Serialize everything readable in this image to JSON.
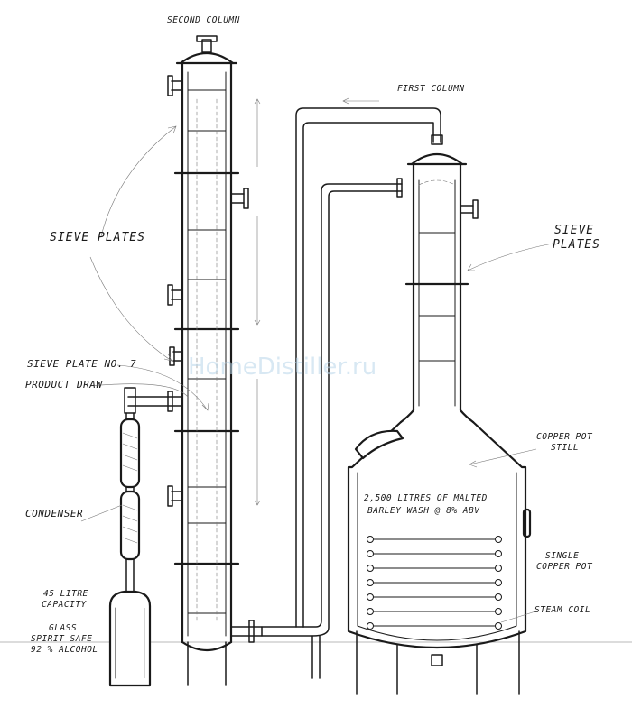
{
  "labels": {
    "second_column": "Second Column",
    "first_column": "First Column",
    "sieve_plates_left": "Sieve Plates",
    "sieve_plates_right_1": "Sieve",
    "sieve_plates_right_2": "Plates",
    "sieve_plate_no7": "Sieve Plate No. 7",
    "product_draw": "Product Draw",
    "condenser": "Condenser",
    "capacity_1": "45 Litre",
    "capacity_2": "Capacity",
    "safe_1": "Glass",
    "safe_2": "Spirit Safe",
    "safe_3": "92 % Alcohol",
    "pot_still_1": "Copper Pot",
    "pot_still_2": "Still",
    "wash_1": "2,500 Litres of Malted",
    "wash_2": "Barley Wash @ 8% ABV",
    "single_pot_1": "Single",
    "single_pot_2": "Copper Pot",
    "steam_coil": "Steam Coil"
  },
  "watermark": "HomeDistiller.ru"
}
